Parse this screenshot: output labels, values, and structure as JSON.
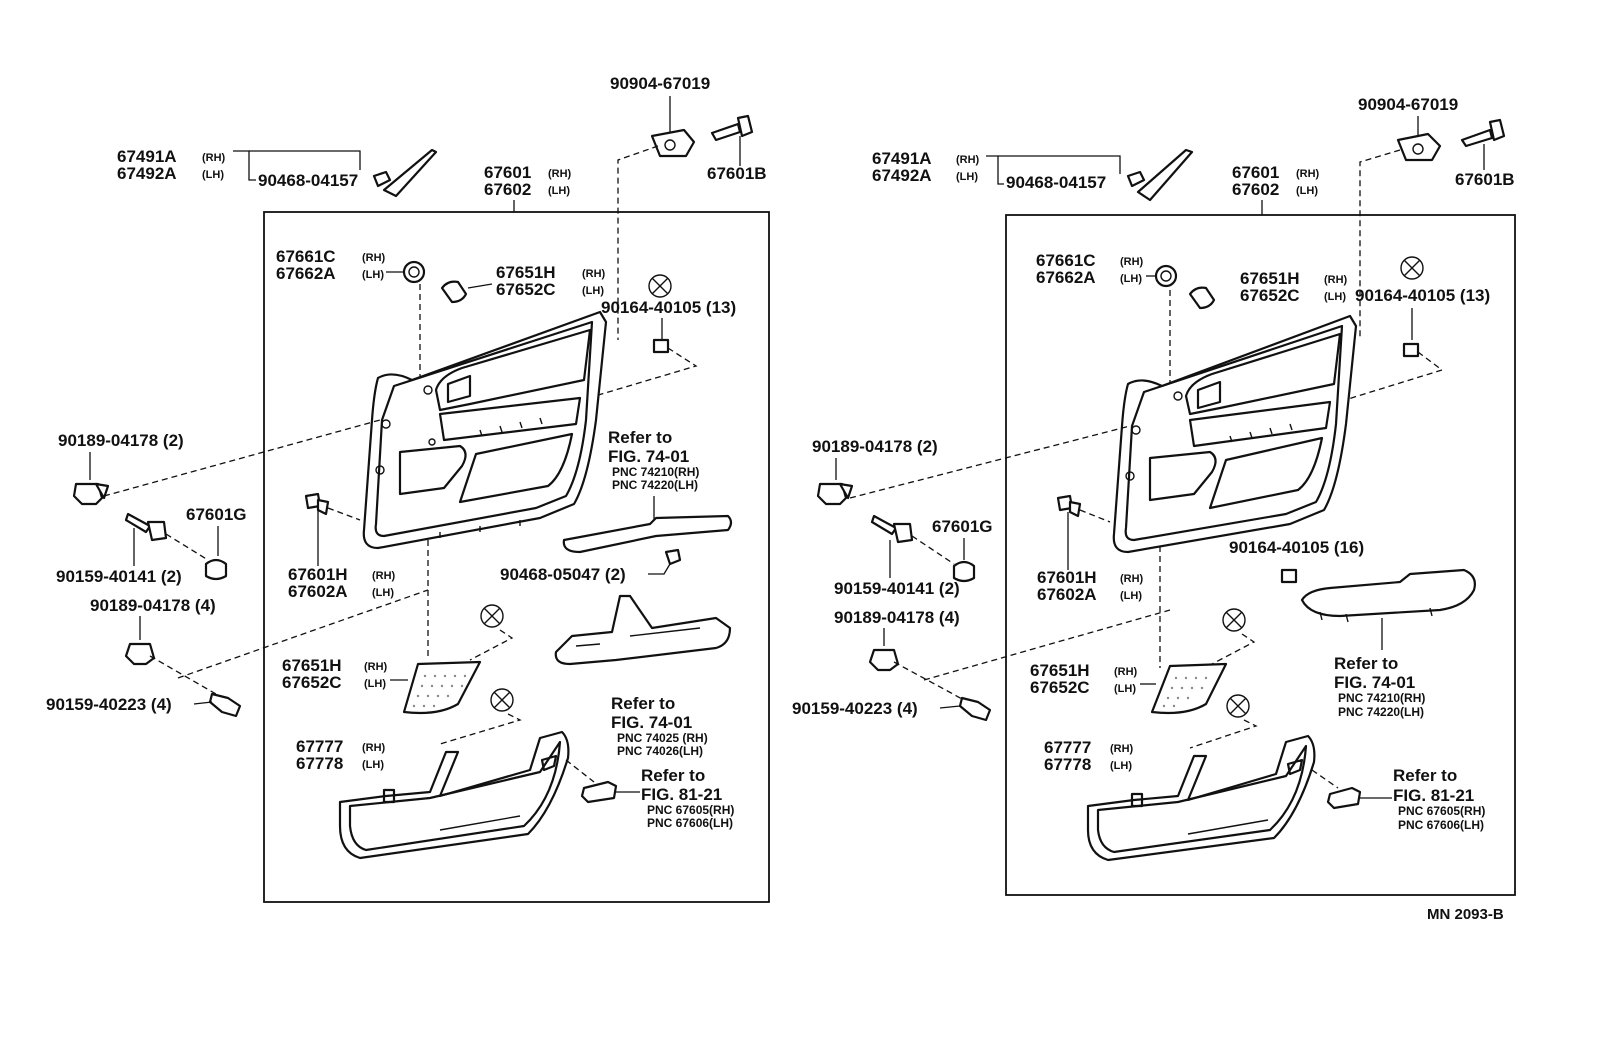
{
  "labels": {
    "p67491A": "67491A",
    "p67492A": "67492A",
    "p90468_04157": "90468-04157",
    "p90904_67019": "90904-67019",
    "p67601B": "67601B",
    "p67601": "67601",
    "p67602": "67602",
    "p67661C": "67661C",
    "p67662A": "67662A",
    "p67651H": "67651H",
    "p67652C": "67652C",
    "p90164_40105_13": "90164-40105 (13)",
    "p90164_40105_16": "90164-40105 (16)",
    "p90189_04178_2": "90189-04178 (2)",
    "p90189_04178_4": "90189-04178 (4)",
    "p67601G": "67601G",
    "p90159_40141_2": "90159-40141 (2)",
    "p90159_40223_4": "90159-40223 (4)",
    "p67601H": "67601H",
    "p67602A": "67602A",
    "p90468_05047_2": "90468-05047 (2)",
    "p67777": "67777",
    "p67778": "67778"
  },
  "suffix": {
    "rh": "(RH)",
    "lh": "(LH)"
  },
  "refs": {
    "refer_to": "Refer to",
    "fig_74_01": "FIG. 74-01",
    "fig_81_21": "FIG. 81-21",
    "pnc_74210": "PNC 74210(RH)",
    "pnc_74220": "PNC 74220(LH)",
    "pnc_74025": "PNC 74025 (RH)",
    "pnc_74026": "PNC 74026(LH)",
    "pnc_67605": "PNC 67605(RH)",
    "pnc_67606": "PNC 67606(LH)"
  },
  "drawing_code": "MN 2093-B"
}
